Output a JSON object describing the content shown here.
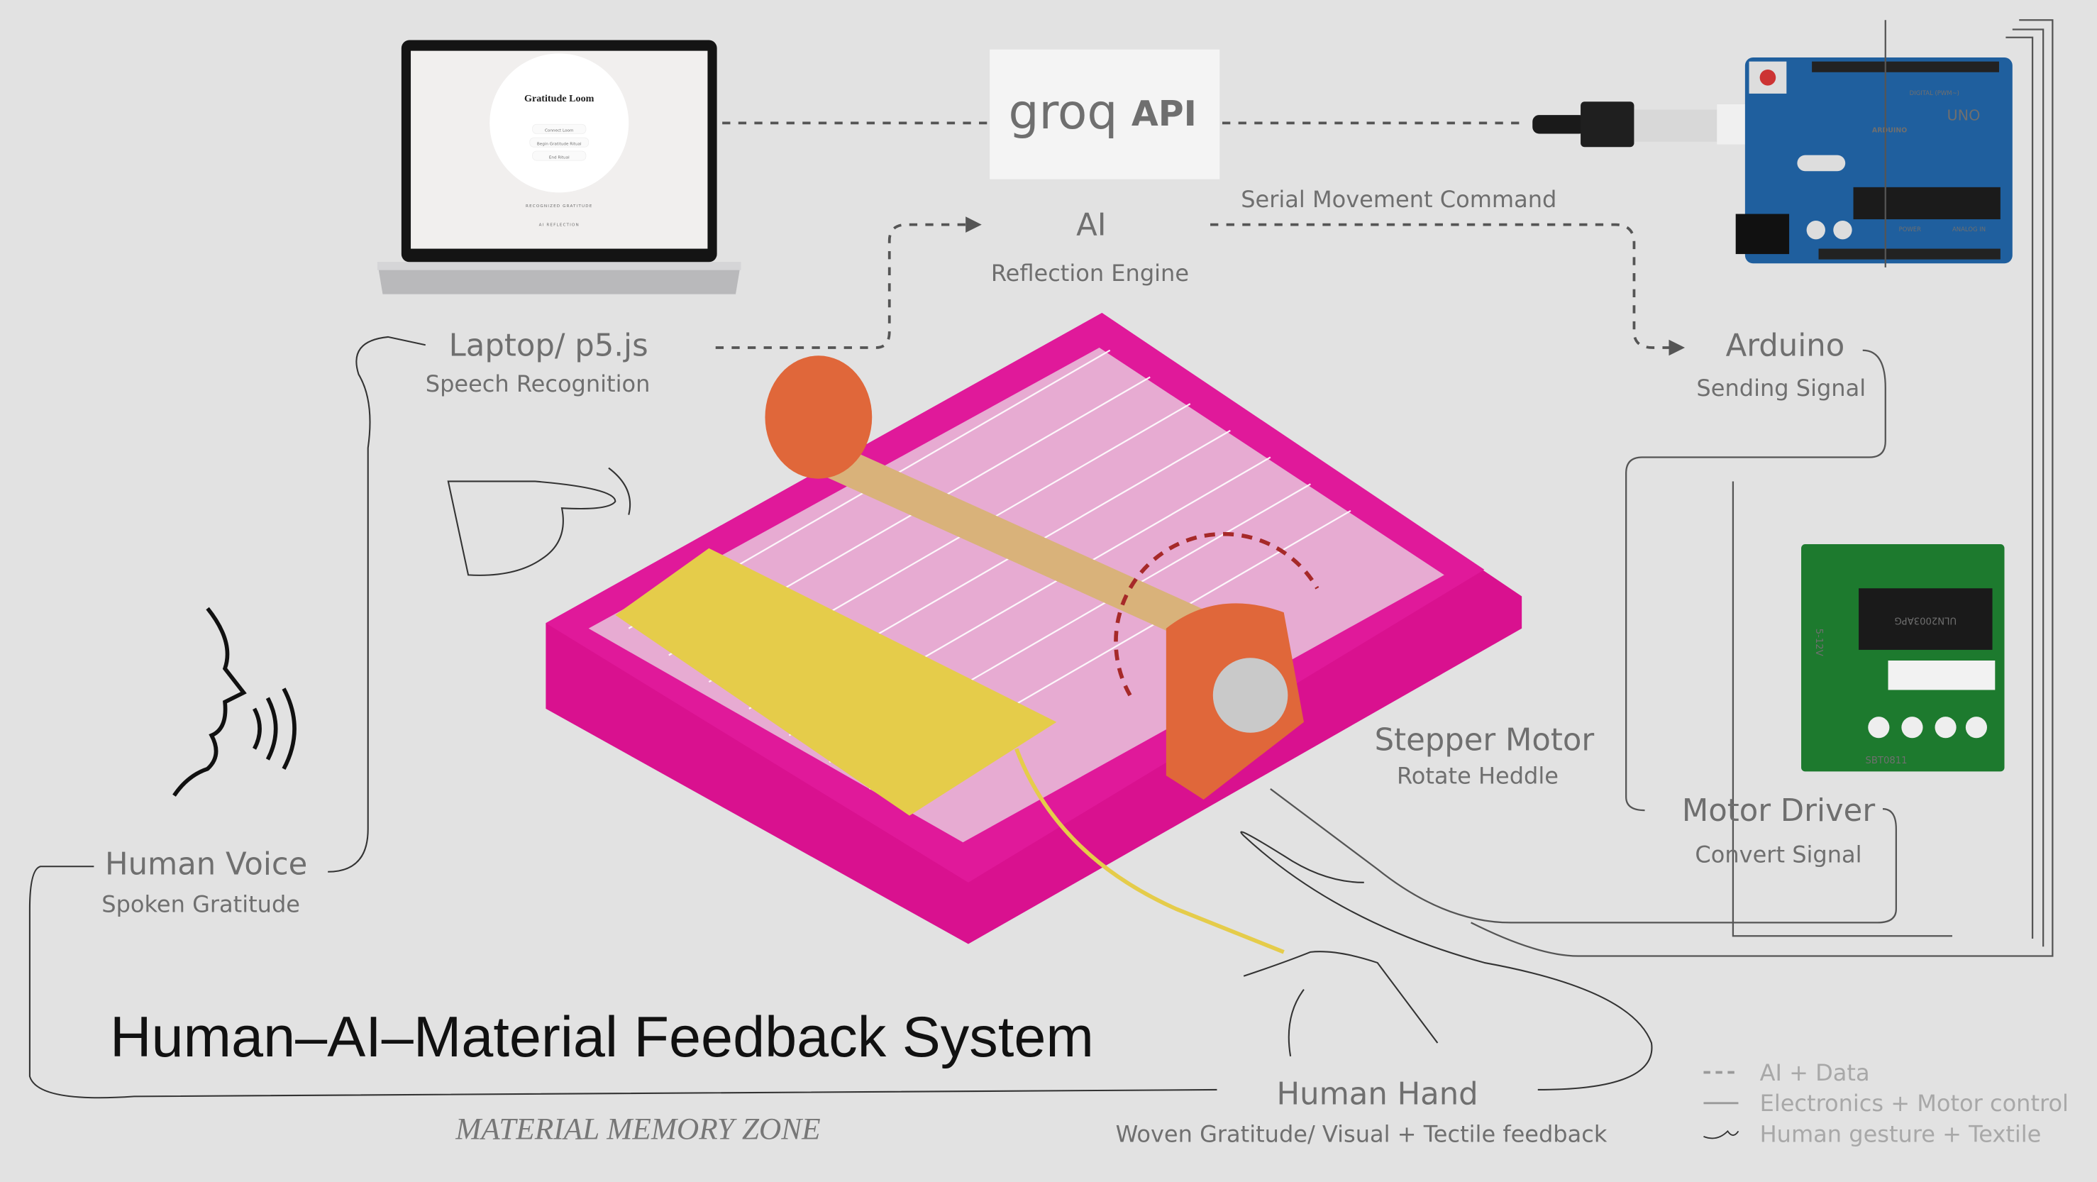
{
  "title": "Human–AI–Material Feedback System",
  "zone_label": "MATERIAL MEMORY ZONE",
  "laptop_screen": {
    "app_title": "Gratitude Loom",
    "buttons": [
      "Connect Loom",
      "Begin Gratitude Ritual",
      "End Ritual"
    ],
    "section_recognized": "RECOGNIZED GRATITUDE",
    "section_reflection": "AI REFLECTION"
  },
  "groq": {
    "logo_text": "groq",
    "api_text": "API"
  },
  "arduino": {
    "brand": "ARDUINO",
    "model": "UNO",
    "digital": "DIGITAL (PWM~)",
    "power": "POWER",
    "analog": "ANALOG IN"
  },
  "motor_driver": {
    "chip": "ULN2003APG",
    "board_id": "SBT0811",
    "voltage": "5-12V"
  },
  "nodes": {
    "laptop": {
      "title": "Laptop/ p5.js",
      "subtitle": "Speech Recognition"
    },
    "ai": {
      "title": "AI",
      "subtitle": "Reflection Engine"
    },
    "serial": {
      "label": "Serial Movement Command"
    },
    "arduino": {
      "title": "Arduino",
      "subtitle": "Sending Signal"
    },
    "motor_driver": {
      "title": "Motor Driver",
      "subtitle": "Convert Signal"
    },
    "stepper": {
      "title": "Stepper Motor",
      "subtitle": "Rotate Heddle"
    },
    "voice": {
      "title": "Human Voice",
      "subtitle": "Spoken Gratitude"
    },
    "hand": {
      "title": "Human Hand",
      "subtitle": "Woven Gratitude/ Visual + Tectile feedback"
    }
  },
  "legend": [
    {
      "style": "dashed",
      "label": "AI + Data"
    },
    {
      "style": "solid",
      "label": "Electronics + Motor control"
    },
    {
      "style": "hand-drawn",
      "label": "Human gesture + Textile"
    }
  ],
  "colors": {
    "background": "#e2e2e2",
    "loom": "#e0119a",
    "heddle_caps": "#e0673a",
    "yarn": "#e5cc4a",
    "arduino": "#1f5f9e",
    "driver": "#1d7a2e"
  }
}
